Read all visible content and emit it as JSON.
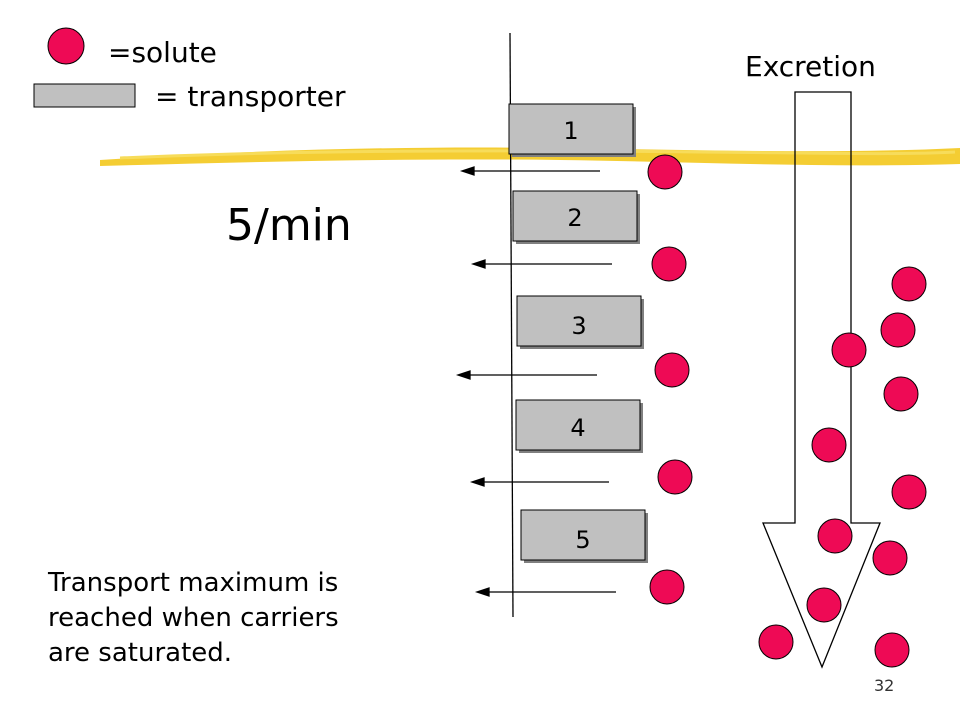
{
  "legend": {
    "solute_label": "=solute",
    "transporter_label": "= transporter",
    "solute_color": "#ee0a55",
    "transporter_color": "#c0c0c0"
  },
  "excretion_label": "Excretion",
  "rate_label": "5/min",
  "note": "Transport maximum is reached when carriers are saturated.",
  "slide_number": "32",
  "transporters": [
    {
      "label": "1"
    },
    {
      "label": "2"
    },
    {
      "label": "3"
    },
    {
      "label": "4"
    },
    {
      "label": "5"
    }
  ],
  "highlight_color": "#f2c40f"
}
